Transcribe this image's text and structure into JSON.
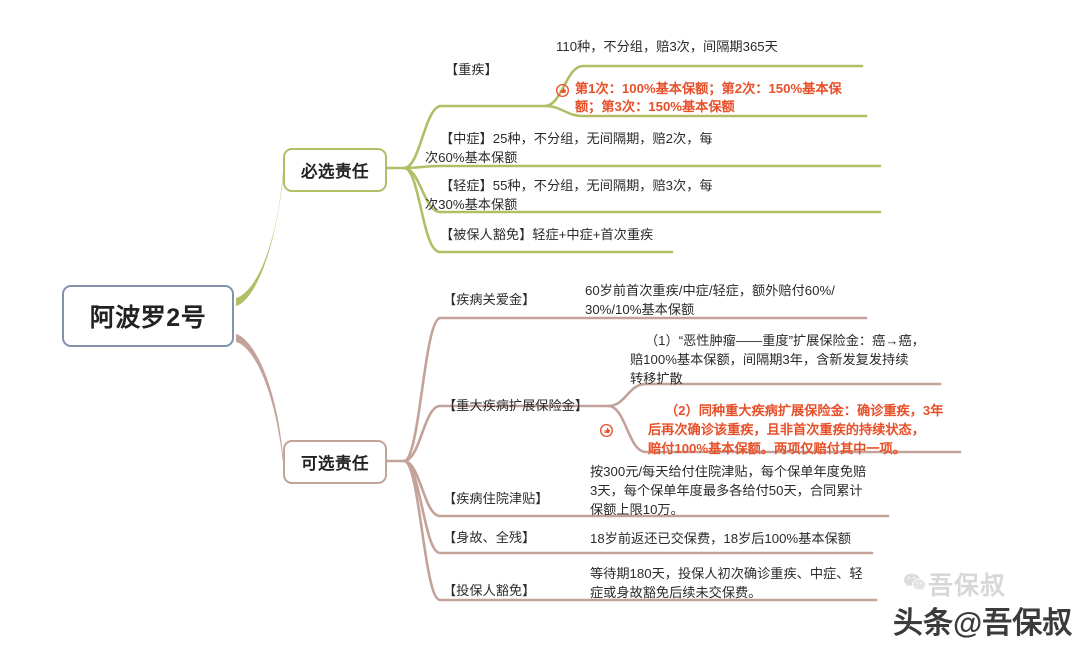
{
  "mindmap": {
    "root": {
      "label": "阿波罗2号",
      "border_color": "#8193ad"
    },
    "branches": [
      {
        "label": "必选责任",
        "color": "#b3bd66",
        "items": [
          {
            "label": "【重疾】",
            "sub": [
              {
                "text": "110种，不分组，赔3次，间隔期365天",
                "emphasis": false
              },
              {
                "text": "第1次：100%基本保额；第2次：150%基本保额；第3次：150%基本保额",
                "emphasis": true,
                "icon": "thumbs-up-icon"
              }
            ]
          },
          {
            "label": "【中症】25种，不分组，无间隔期，赔2次，每次60%基本保额",
            "inline": true
          },
          {
            "label": "【轻症】55种，不分组，无间隔期，赔3次，每次30%基本保额",
            "inline": true
          },
          {
            "label": "【被保人豁免】轻症+中症+首次重疾",
            "inline": true
          }
        ]
      },
      {
        "label": "可选责任",
        "color": "#c3a29a",
        "items": [
          {
            "label": "【疾病关爱金】",
            "text": "60岁前首次重疾/中症/轻症，额外赔付60%/30%/10%基本保额"
          },
          {
            "label": "【重大疾病扩展保险金】",
            "sub": [
              {
                "text": "（1）“恶性肿瘤——重度”扩展保险金：癌→癌，赔100%基本保额，间隔期3年，含新发复发持续转移扩散",
                "emphasis": false
              },
              {
                "text": "（2）同种重大疾病扩展保险金：确诊重疾，3年后再次确诊该重疾，且非首次重疾的持续状态，赔付100%基本保额。两项仅赔付其中一项。",
                "emphasis": true,
                "icon": "thumbs-up-icon"
              }
            ]
          },
          {
            "label": "【疾病住院津贴】",
            "text": "按300元/每天给付住院津贴，每个保单年度免赔3天，每个保单年度最多各给付50天，合同累计保额上限10万。"
          },
          {
            "label": "【身故、全残】",
            "text": "18岁前返还已交保费，18岁后100%基本保额"
          },
          {
            "label": "【投保人豁免】",
            "text": "等待期180天，投保人初次确诊重疾、中症、轻症或身故豁免后续未交保费。"
          }
        ]
      }
    ]
  },
  "leaf_text": {
    "zhongji_line1": "110种，不分组，赔3次，间隔期365天",
    "zhongji_label": "【重疾】",
    "zhongji_red_l1": "第1次：100%基本保额；第2次：150%基本保",
    "zhongji_red_l2": "额；第3次：150%基本保额",
    "zhongzheng_l1": "【中症】25种，不分组，无间隔期，赔2次，每",
    "zhongzheng_l2": "次60%基本保额",
    "qingzheng_l1": "【轻症】55种，不分组，无间隔期，赔3次，每",
    "qingzheng_l2": "次30%基本保额",
    "huomian_l1": "【被保人豁免】轻症+中症+首次重疾",
    "guanaijin_label": "【疾病关爱金】",
    "guanaijin_l1": "60岁前首次重疾/中症/轻症，额外赔付60%/",
    "guanaijin_l2": "30%/10%基本保额",
    "kuozhan_label": "【重大疾病扩展保险金】",
    "kuozhan_1_l1": "（1）“恶性肿瘤——重度”扩展保险金：癌→癌，",
    "kuozhan_1_l2": "赔100%基本保额，间隔期3年，含新发复发持续",
    "kuozhan_1_l3": "转移扩散",
    "kuozhan_2_l1": "（2）同种重大疾病扩展保险金：确诊重疾，3年",
    "kuozhan_2_l2": "后再次确诊该重疾，且非首次重疾的持续状态，",
    "kuozhan_2_l3": "赔付100%基本保额。两项仅赔付其中一项。",
    "jintie_label": "【疾病住院津贴】",
    "jintie_l1": "按300元/每天给付住院津贴，每个保单年度免赔",
    "jintie_l2": "3天，每个保单年度最多各给付50天，合同累计",
    "jintie_l3": "保额上限10万。",
    "shengu_label": "【身故、全残】",
    "shengu_l1": "18岁前返还已交保费，18岁后100%基本保额",
    "toubao_label": "【投保人豁免】",
    "toubao_l1": "等待期180天，投保人初次确诊重疾、中症、轻",
    "toubao_l2": "症或身故豁免后续未交保费。"
  },
  "watermark": {
    "faint_text": "吾保叔",
    "main_text": "头条@吾保叔",
    "wechat_icon": "wechat-icon"
  },
  "colors": {
    "root_border": "#8193ad",
    "required_branch": "#b3bd66",
    "optional_branch": "#c3a29a",
    "emphasis_red": "#e8502a",
    "body_text": "#2b2b2b",
    "background": "#ffffff"
  }
}
